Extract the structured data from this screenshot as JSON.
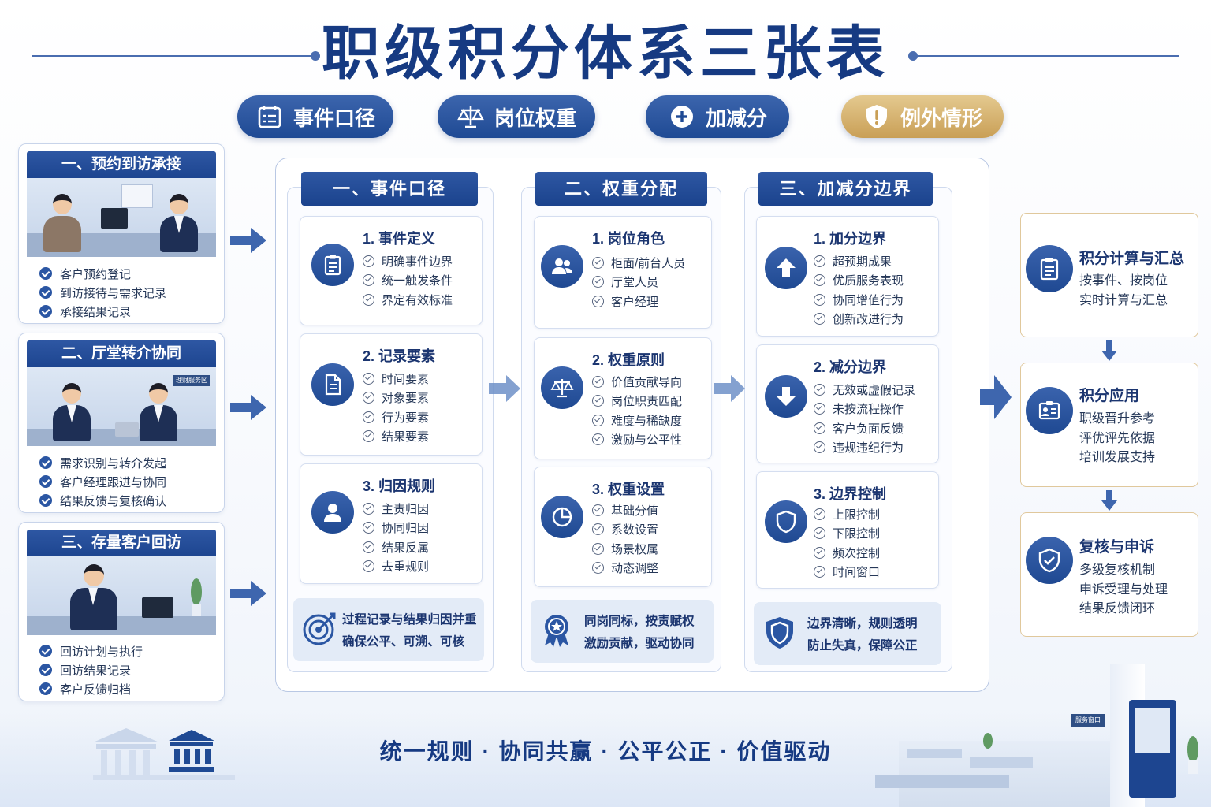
{
  "title": "职级积分体系三张表",
  "pills": [
    {
      "label": "事件口径",
      "icon": "calendar-list-icon"
    },
    {
      "label": "岗位权重",
      "icon": "balance-scale-icon"
    },
    {
      "label": "加减分",
      "icon": "plus-circle-icon"
    },
    {
      "label": "例外情形",
      "icon": "shield-alert-icon"
    }
  ],
  "left_cards": [
    {
      "title": "一、预约到访承接",
      "items": [
        "客户预约登记",
        "到访接待与需求记录",
        "承接结果记录"
      ]
    },
    {
      "title": "二、厅堂转介协同",
      "sign": "理财服务区",
      "items": [
        "需求识别与转介发起",
        "客户经理跟进与协同",
        "结果反馈与复核确认"
      ]
    },
    {
      "title": "三、存量客户回访",
      "items": [
        "回访计划与执行",
        "回访结果记录",
        "客户反馈归档"
      ]
    }
  ],
  "columns": [
    {
      "title": "一、事件口径",
      "sections": [
        {
          "title": "1. 事件定义",
          "icon": "clipboard-icon",
          "items": [
            "明确事件边界",
            "统一触发条件",
            "界定有效标准"
          ]
        },
        {
          "title": "2. 记录要素",
          "icon": "document-icon",
          "items": [
            "时间要素",
            "对象要素",
            "行为要素",
            "结果要素"
          ]
        },
        {
          "title": "3. 归因规则",
          "icon": "user-icon",
          "items": [
            "主责归因",
            "协同归因",
            "结果反属",
            "去重规则"
          ]
        }
      ],
      "footer": {
        "icon": "target-icon",
        "lines": [
          "过程记录与结果归因并重",
          "确保公平、可溯、可核"
        ]
      }
    },
    {
      "title": "二、权重分配",
      "sections": [
        {
          "title": "1. 岗位角色",
          "icon": "users-icon",
          "items": [
            "柜面/前台人员",
            "厅堂人员",
            "客户经理"
          ]
        },
        {
          "title": "2. 权重原则",
          "icon": "balance-scale-icon",
          "items": [
            "价值贡献导向",
            "岗位职责匹配",
            "难度与稀缺度",
            "激励与公平性"
          ]
        },
        {
          "title": "3. 权重设置",
          "icon": "pie-chart-icon",
          "items": [
            "基础分值",
            "系数设置",
            "场景权属",
            "动态调整"
          ]
        }
      ],
      "footer": {
        "icon": "award-ribbon-icon",
        "lines": [
          "同岗同标，按责赋权",
          "激励贡献，驱动协同"
        ]
      }
    },
    {
      "title": "三、加减分边界",
      "sections": [
        {
          "title": "1. 加分边界",
          "icon": "arrow-up-icon",
          "items": [
            "超预期成果",
            "优质服务表现",
            "协同增值行为",
            "创新改进行为"
          ]
        },
        {
          "title": "2. 减分边界",
          "icon": "arrow-down-icon",
          "items": [
            "无效或虚假记录",
            "未按流程操作",
            "客户负面反馈",
            "违规违纪行为"
          ]
        },
        {
          "title": "3. 边界控制",
          "icon": "shield-icon",
          "items": [
            "上限控制",
            "下限控制",
            "频次控制",
            "时间窗口"
          ]
        }
      ],
      "footer": {
        "icon": "shield-icon",
        "lines": [
          "边界清晰，规则透明",
          "防止失真，保障公正"
        ]
      }
    }
  ],
  "right_cards": [
    {
      "title": "积分计算与汇总",
      "icon": "clipboard-icon",
      "lines": [
        "按事件、按岗位",
        "实时计算与汇总"
      ]
    },
    {
      "title": "积分应用",
      "icon": "id-card-icon",
      "lines": [
        "职级晋升参考",
        "评优评先依据",
        "培训发展支持"
      ]
    },
    {
      "title": "复核与申诉",
      "icon": "shield-check-icon",
      "lines": [
        "多级复核机制",
        "申诉受理与处理",
        "结果反馈闭环"
      ]
    }
  ],
  "slogan": "统一规则 · 协同共赢 · 公平公正 · 价值驱动",
  "decor": {
    "branch_sign": "服务窗口",
    "accent": "#1f4a94",
    "gold": "#c99f56"
  }
}
